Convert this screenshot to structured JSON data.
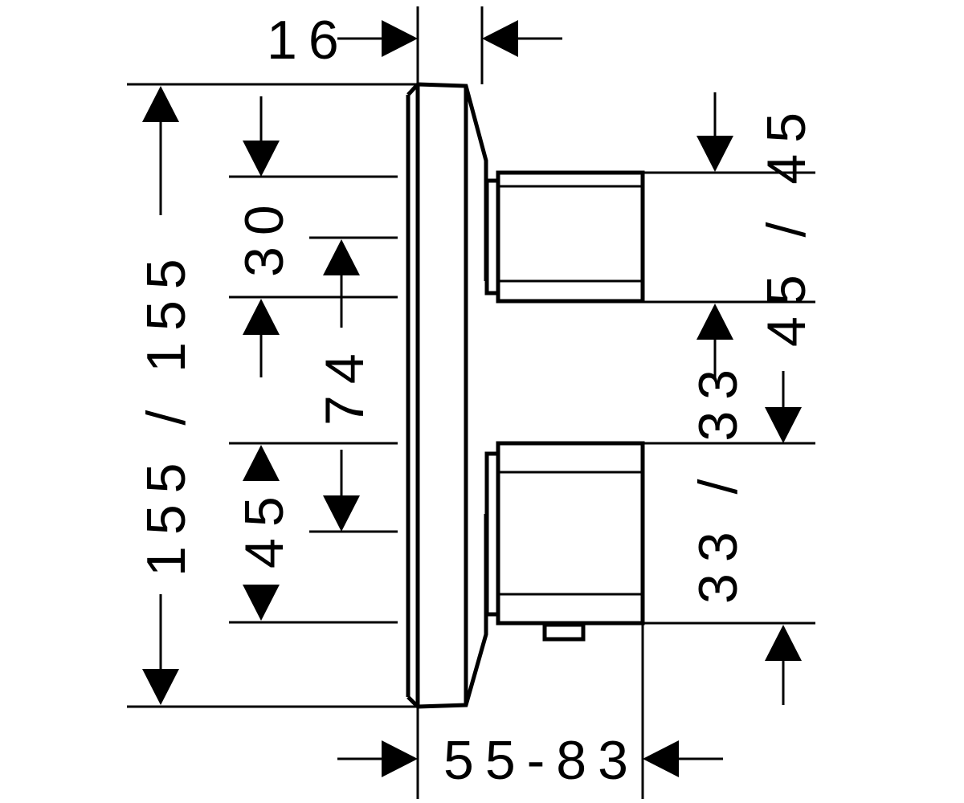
{
  "drawing": {
    "labels": {
      "depth_top": "16",
      "depth_bottom": "55-83",
      "total_height": "155 / 155",
      "top_to_upper_handle": "30",
      "handle_spacing": "74",
      "lower_handle_offset": "45",
      "upper_handle_size": "45 / 45",
      "lower_handle_size": "33 / 33"
    }
  }
}
